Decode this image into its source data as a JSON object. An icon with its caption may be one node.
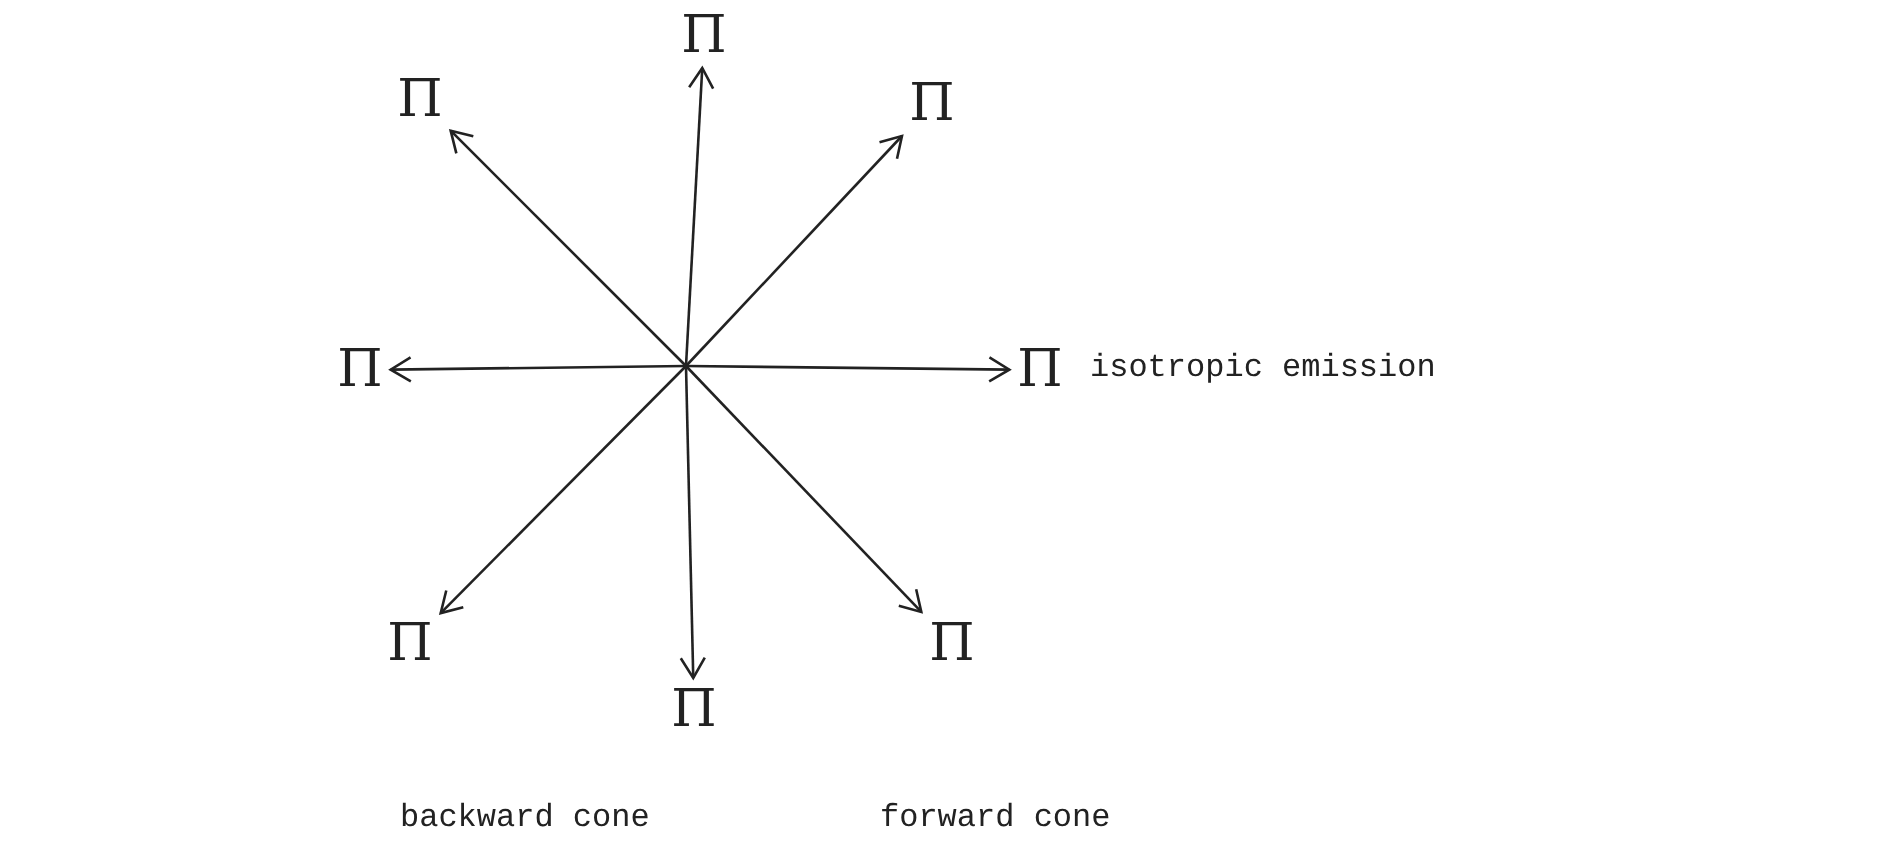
{
  "diagram": {
    "nodes": [
      {
        "text": [
          "Π"
        ]
      },
      {
        "text": [
          "Π"
        ]
      },
      {
        "text": [
          "Π"
        ]
      },
      {
        "text": [
          "Π"
        ]
      },
      {
        "text": [
          "Π"
        ]
      },
      {
        "text": [
          "Π"
        ]
      },
      {
        "text": [
          "Π"
        ]
      },
      {
        "text": [
          "Π"
        ]
      }
    ],
    "edges": [
      {
        "from": null,
        "to": 0,
        "arrow": "to"
      },
      {
        "from": null,
        "to": 1,
        "arrow": "to"
      },
      {
        "from": null,
        "to": 2,
        "arrow": "to"
      },
      {
        "from": null,
        "to": 3,
        "arrow": "to"
      },
      {
        "from": null,
        "to": 4,
        "arrow": "to"
      },
      {
        "from": null,
        "to": 5,
        "arrow": "to"
      },
      {
        "from": null,
        "to": 6,
        "arrow": "to"
      },
      {
        "from": null,
        "to": 7,
        "arrow": "to"
      }
    ],
    "labels": [
      "isotropic emission",
      "backward cone",
      "forward cone"
    ]
  }
}
